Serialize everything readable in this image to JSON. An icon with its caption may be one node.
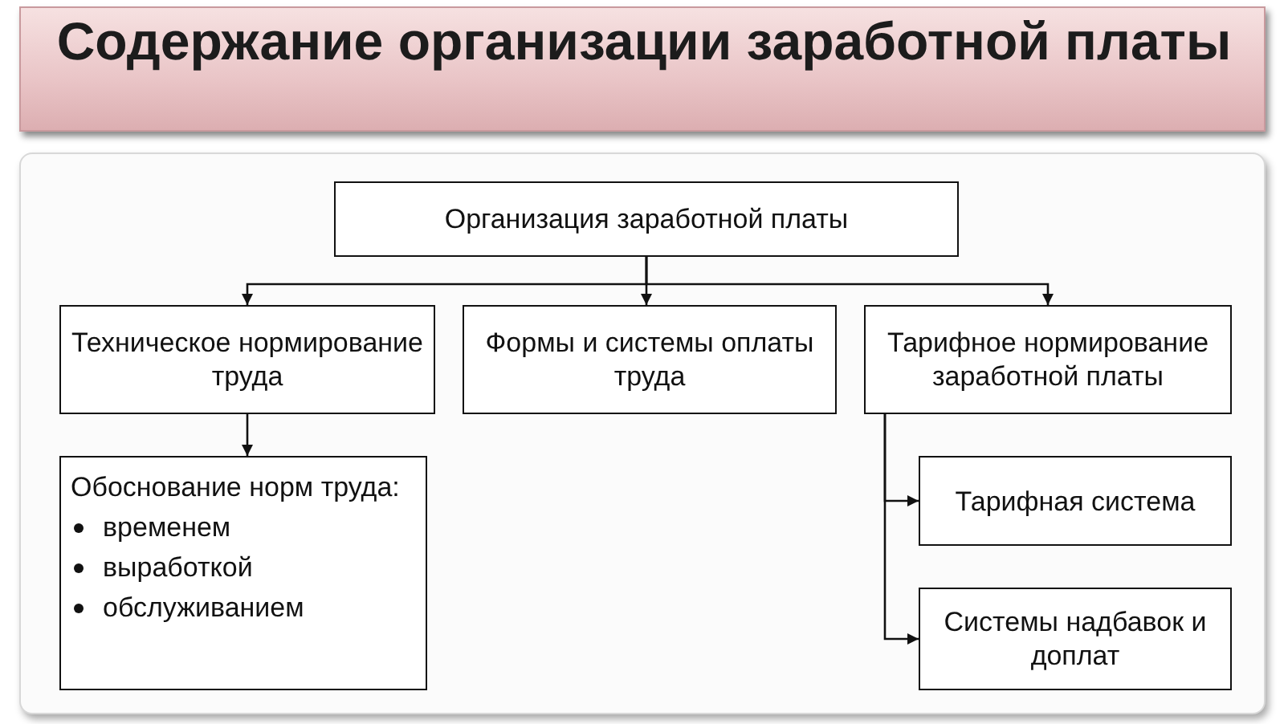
{
  "diagram": {
    "title": "Содержание организации заработной платы",
    "nodes": [
      {
        "text": [
          "Организация заработной платы"
        ]
      },
      {
        "text": [
          "Техническое нормирование труда"
        ]
      },
      {
        "text": [
          "Формы и системы оплаты труда"
        ]
      },
      {
        "text": [
          "Тарифное нормирование заработной платы"
        ]
      },
      {
        "text": [
          "Обоснование норм труда:",
          "временем",
          "выработкой",
          "обслуживанием"
        ]
      },
      {
        "text": [
          "Тарифная система"
        ]
      },
      {
        "text": [
          "Системы надбавок и доплат"
        ]
      }
    ],
    "edges": [
      {
        "from": 0,
        "to": 1,
        "arrow": "to"
      },
      {
        "from": 0,
        "to": 2,
        "arrow": "to"
      },
      {
        "from": 0,
        "to": 3,
        "arrow": "to"
      },
      {
        "from": 1,
        "to": 4,
        "arrow": "to"
      },
      {
        "from": 3,
        "to": 5,
        "arrow": "to"
      },
      {
        "from": 3,
        "to": 6,
        "arrow": "to"
      }
    ]
  }
}
